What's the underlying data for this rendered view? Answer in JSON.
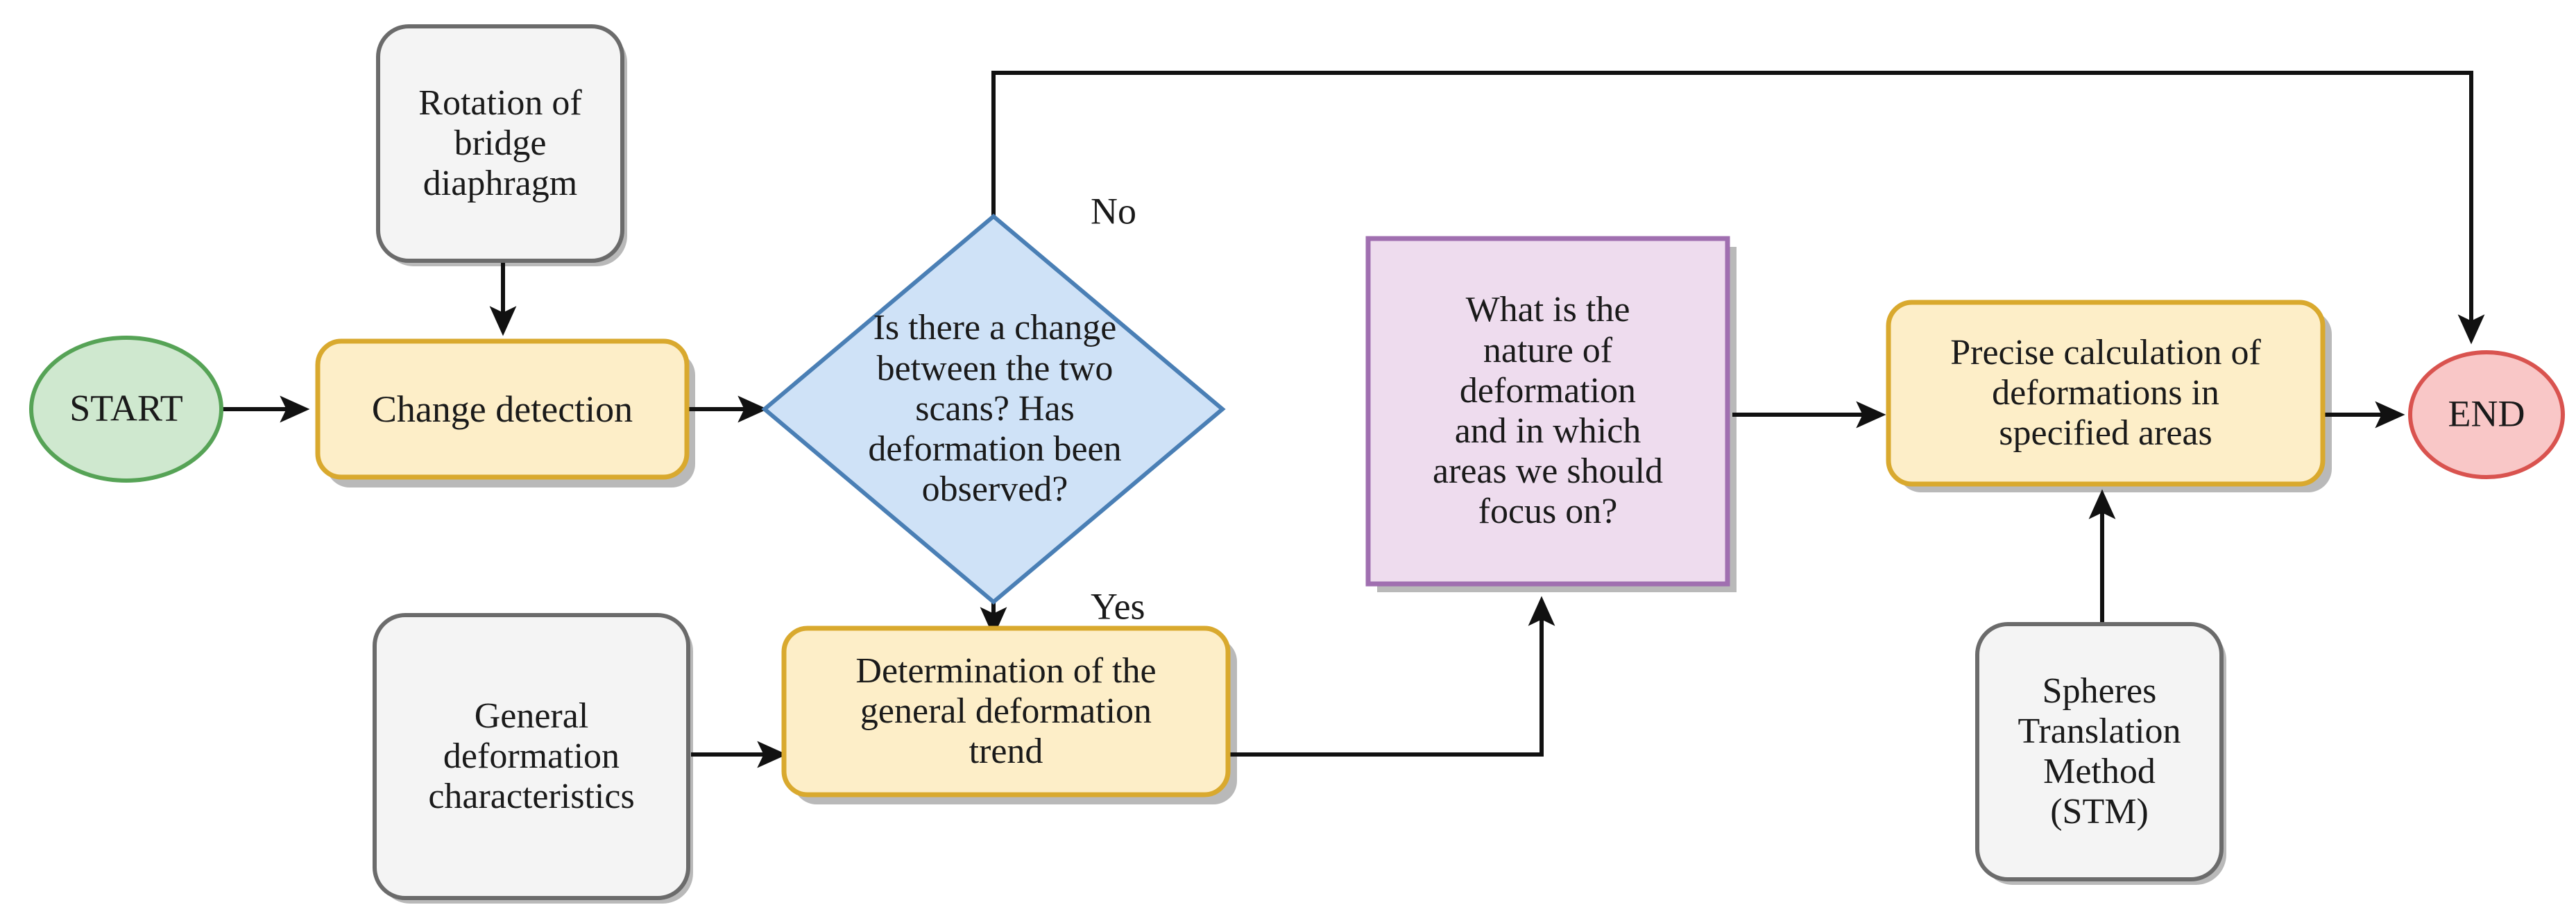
{
  "diagram": {
    "title": "Deformation monitoring workflow flowchart",
    "type": "flowchart",
    "background": "#ffffff",
    "palette": {
      "start_fill": "#cfe8cf",
      "start_stroke": "#56a356",
      "end_fill": "#f9c7c7",
      "end_stroke": "#d9534f",
      "process_fill": "#fdeec8",
      "process_stroke": "#d9a92e",
      "decision_fill": "#cfe2f7",
      "decision_stroke": "#4a7fb5",
      "note_fill": "#f4f4f4",
      "note_stroke": "#6b6b6b",
      "question_fill": "#eedcee",
      "question_stroke": "#a06fb0",
      "edge": "#111111",
      "shadow": "#b3b3b3"
    },
    "nodes": [
      {
        "id": "start",
        "shape": "ellipse",
        "label": "START"
      },
      {
        "id": "rotation",
        "shape": "rounded-note",
        "label": "Rotation of\nbridge\ndiaphragm"
      },
      {
        "id": "change",
        "shape": "rounded-process",
        "label": "Change detection"
      },
      {
        "id": "decision",
        "shape": "diamond",
        "label": "Is there a change\nbetween the two\nscans? Has\ndeformation been\nobserved?"
      },
      {
        "id": "general",
        "shape": "rounded-note",
        "label": "General\ndeformation\ncharacteristics"
      },
      {
        "id": "trend",
        "shape": "rounded-process",
        "label": "Determination of the\ngeneral deformation\ntrend"
      },
      {
        "id": "nature",
        "shape": "rectangle",
        "label": "What is the\nnature of\ndeformation\nand in which\nareas we should\nfocus on?"
      },
      {
        "id": "precise",
        "shape": "rounded-process",
        "label": "Precise calculation of\ndeformations in\nspecified areas"
      },
      {
        "id": "stm",
        "shape": "rounded-note",
        "label": "Spheres\nTranslation\nMethod\n(STM)"
      },
      {
        "id": "end",
        "shape": "ellipse",
        "label": "END"
      }
    ],
    "edges": [
      {
        "from": "start",
        "to": "change",
        "label": ""
      },
      {
        "from": "rotation",
        "to": "change",
        "label": ""
      },
      {
        "from": "change",
        "to": "decision",
        "label": ""
      },
      {
        "from": "decision",
        "to": "end",
        "label": "No"
      },
      {
        "from": "decision",
        "to": "trend",
        "label": "Yes"
      },
      {
        "from": "general",
        "to": "trend",
        "label": ""
      },
      {
        "from": "trend",
        "to": "nature",
        "label": ""
      },
      {
        "from": "nature",
        "to": "precise",
        "label": ""
      },
      {
        "from": "stm",
        "to": "precise",
        "label": ""
      },
      {
        "from": "precise",
        "to": "end",
        "label": ""
      }
    ],
    "edge_labels": {
      "no": "No",
      "yes": "Yes"
    }
  }
}
